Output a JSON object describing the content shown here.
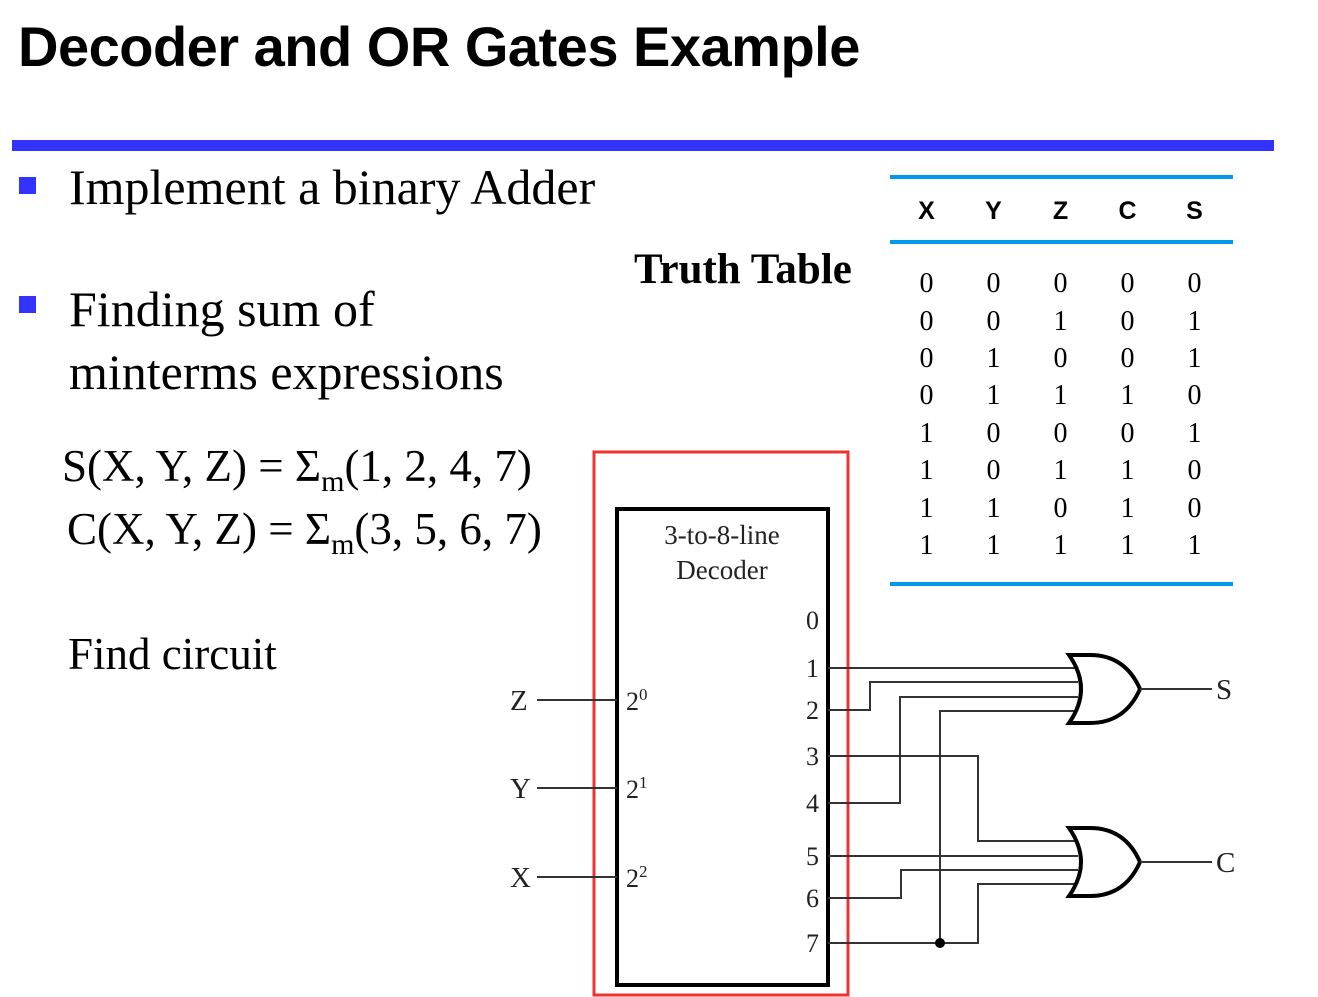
{
  "title": "Decoder and OR Gates Example",
  "colors": {
    "accent_blue": "#3333ff",
    "table_rule": "#0099ee",
    "highlight_red": "#ee3333"
  },
  "bullets": [
    {
      "text": "Implement a binary Adder"
    },
    {
      "line1": "Finding sum of",
      "line2": "minterms expressions"
    }
  ],
  "equations": [
    {
      "lhs": "S(X, Y, Z) = Σ",
      "sub": "m",
      "rhs": "(1, 2, 4, 7)",
      "minterms": [
        1,
        2,
        4,
        7
      ]
    },
    {
      "lhs": "C(X, Y, Z) = Σ",
      "sub": "m",
      "rhs": "(3, 5, 6, 7)",
      "minterms": [
        3,
        5,
        6,
        7
      ]
    }
  ],
  "find_circuit": "Find circuit",
  "truth_table": {
    "label": "Truth Table",
    "headers": [
      "X",
      "Y",
      "Z",
      "C",
      "S"
    ],
    "rows": [
      [
        "0",
        "0",
        "0",
        "0",
        "0"
      ],
      [
        "0",
        "0",
        "1",
        "0",
        "1"
      ],
      [
        "0",
        "1",
        "0",
        "0",
        "1"
      ],
      [
        "0",
        "1",
        "1",
        "1",
        "0"
      ],
      [
        "1",
        "0",
        "0",
        "0",
        "1"
      ],
      [
        "1",
        "0",
        "1",
        "1",
        "0"
      ],
      [
        "1",
        "1",
        "0",
        "1",
        "0"
      ],
      [
        "1",
        "1",
        "1",
        "1",
        "1"
      ]
    ]
  },
  "decoder": {
    "title_line1": "3-to-8-line",
    "title_line2": "Decoder",
    "inputs": [
      {
        "signal": "Z",
        "weight_base": "2",
        "weight_exp": "0"
      },
      {
        "signal": "Y",
        "weight_base": "2",
        "weight_exp": "1"
      },
      {
        "signal": "X",
        "weight_base": "2",
        "weight_exp": "2"
      }
    ],
    "outputs": [
      "0",
      "1",
      "2",
      "3",
      "4",
      "5",
      "6",
      "7"
    ]
  },
  "gates": [
    {
      "type": "OR",
      "output": "S",
      "inputs_from": [
        "1",
        "2",
        "4",
        "7"
      ]
    },
    {
      "type": "OR",
      "output": "C",
      "inputs_from": [
        "3",
        "5",
        "6",
        "7"
      ]
    }
  ]
}
